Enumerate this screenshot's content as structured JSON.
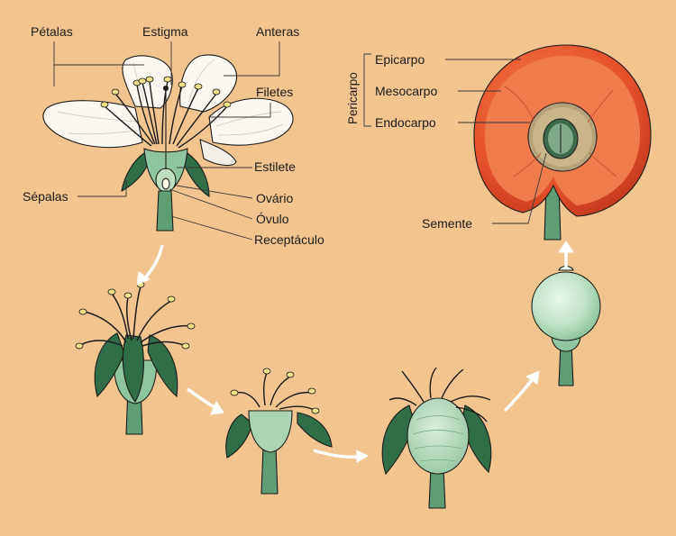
{
  "flower_labels": {
    "petalas": "Pétalas",
    "estigma": "Estigma",
    "anteras": "Anteras",
    "filetes": "Filetes",
    "estilete": "Estilete",
    "sepalas": "Sépalas",
    "ovario": "Ovário",
    "ovulo": "Óvulo",
    "receptaculo": "Receptáculo"
  },
  "fruit_labels": {
    "pericarpo": "Pericarpo",
    "epicarpo": "Epicarpo",
    "mesocarpo": "Mesocarpo",
    "endocarpo": "Endocarpo",
    "semente": "Semente"
  },
  "colors": {
    "background": "#f2c48f",
    "petal": "#fbf8f1",
    "leaf": "#2f6e46",
    "stalk": "#5f9e72",
    "fruit_green": "#bfe3c8",
    "fruit_red": "#e8552a",
    "arrow": "#ffffff"
  }
}
